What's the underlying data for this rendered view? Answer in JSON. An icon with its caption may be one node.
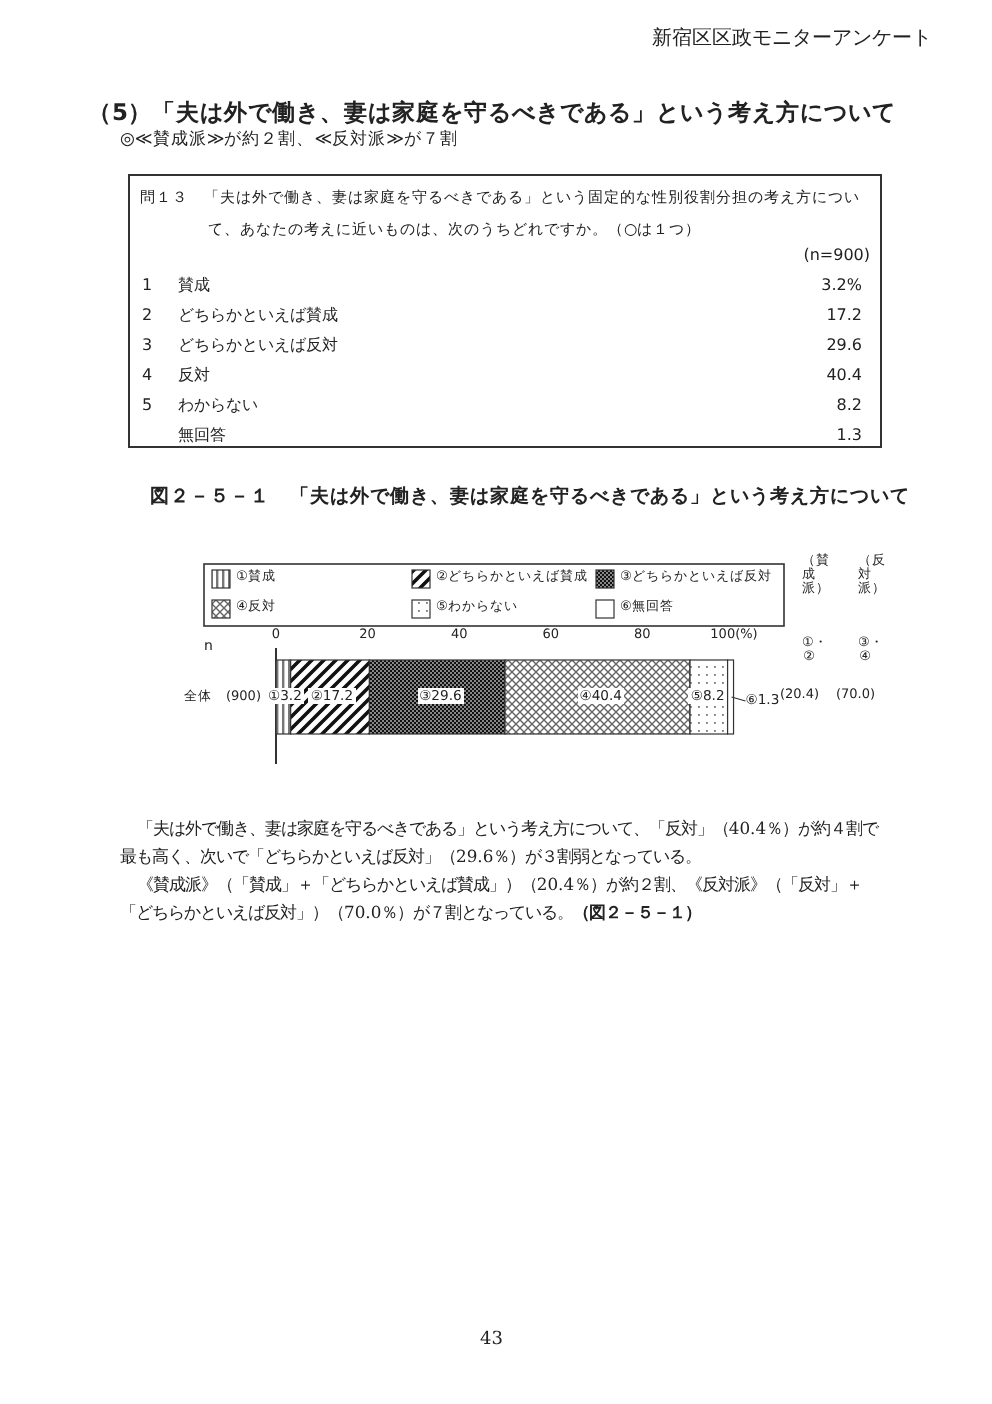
{
  "diagram": {
    "title": "（5）「夫は外で働き、妻は家庭を守るべきである」という考え方について",
    "nodes": [
      {
        "text": [
          "問１３　「夫は外で働き、妻は家庭を守るべきである」という固定的な性別役割分担の考え方について、あなたの考えに近いものは、次のうちどれですか。（○は１つ）"
        ]
      }
    ],
    "edges": [],
    "labels": [
      "新宿区区政モニターアンケート",
      "◎≪賛成派≫が約２割、≪反対派≫が７割",
      "(n=900)",
      "1",
      "賛成",
      "3.2%",
      "2",
      "どちらかといえば賛成",
      "17.2",
      "3",
      "どちらかといえば反対",
      "29.6",
      "4",
      "反対",
      "40.4",
      "5",
      "わからない",
      "8.2",
      "無回答",
      "1.3",
      "図２－５－１　「夫は外で働き、妻は家庭を守るべきである」という考え方について",
      "（賛成派）",
      "（反対派）",
      "①・②",
      "③・④",
      "(20.4)",
      "(70.0)",
      "「夫は外で働き、妻は家庭を守るべきである」という考え方について、「反対」（40.4％）が約４割で最も高く、次いで「どちらかといえば反対」（29.6％）が３割弱となっている。",
      "《賛成派》（「賛成」＋「どちらかといえば賛成」）（20.4％）が約２割、《反対派》（「反対」＋「どちらかといえば反対」）（70.0％）が７割となっている。**（図２－５－１）**",
      "43"
    ],
    "legend": [
      {
        "text": "①賛成"
      },
      {
        "text": "②どちらかといえば賛成"
      },
      {
        "text": "③どちらかといえば反対"
      },
      {
        "text": "④反対"
      },
      {
        "text": "⑤わからない"
      },
      {
        "text": "⑥無回答"
      }
    ],
    "chart_data": {
      "type": "bar",
      "orientation": "horizontal",
      "stacked": true,
      "ylabel": "n",
      "categories": [
        "全体　(900)"
      ],
      "xlim": [
        0,
        100
      ],
      "xticks": [
        0,
        20,
        40,
        60,
        80,
        {
          "value": 100,
          "label": "100(%)"
        }
      ],
      "series": [
        {
          "values": [
            3.2
          ],
          "value_labels": [
            "①3.2"
          ]
        },
        {
          "values": [
            17.2
          ],
          "value_labels": [
            "②17.2"
          ]
        },
        {
          "values": [
            29.6
          ],
          "value_labels": [
            "③29.6"
          ]
        },
        {
          "values": [
            40.4
          ],
          "value_labels": [
            "④40.4"
          ]
        },
        {
          "values": [
            8.2
          ],
          "value_labels": [
            "⑤8.2"
          ]
        },
        {
          "values": [
            1.3
          ],
          "value_labels": [
            "⑥1.3"
          ]
        }
      ]
    }
  }
}
